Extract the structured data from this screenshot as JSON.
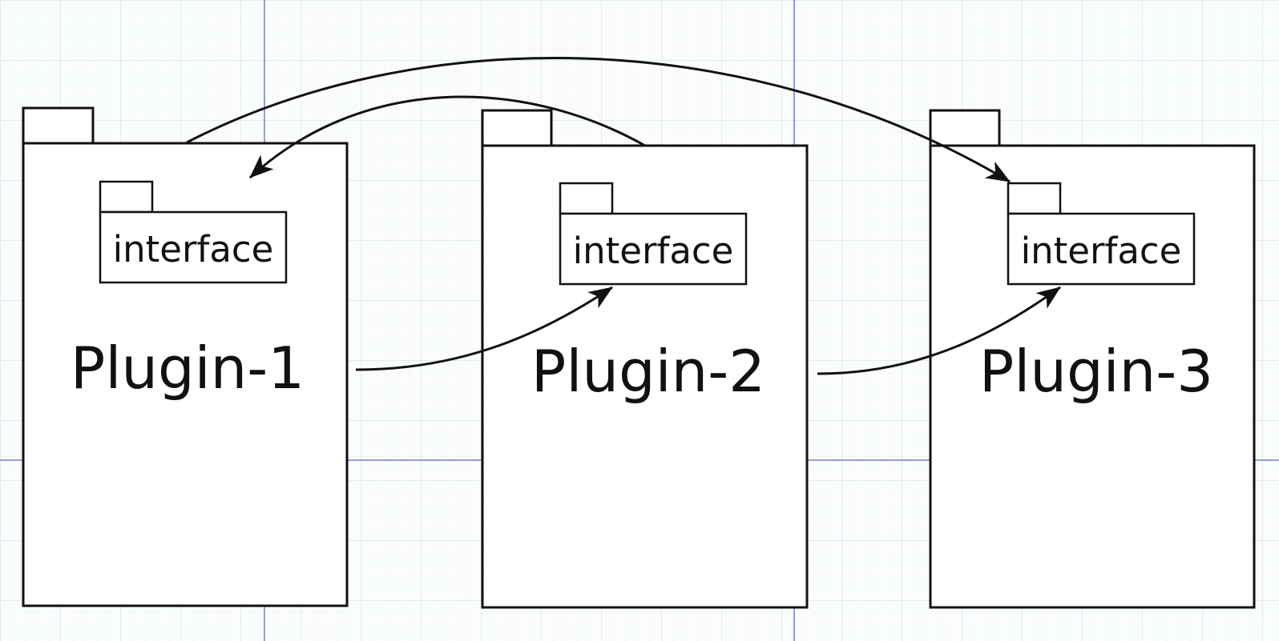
{
  "diagram": {
    "packages": [
      {
        "id": "plugin-1",
        "label": "Plugin-1",
        "interface_label": "interface"
      },
      {
        "id": "plugin-2",
        "label": "Plugin-2",
        "interface_label": "interface"
      },
      {
        "id": "plugin-3",
        "label": "Plugin-3",
        "interface_label": "interface"
      }
    ],
    "connectors": [
      {
        "from": "plugin-1",
        "to": "plugin-2 interface"
      },
      {
        "from": "plugin-2",
        "to": "plugin-3 interface"
      },
      {
        "from": "plugin-1",
        "to": "plugin-3 interface"
      },
      {
        "from": "plugin-2",
        "to": "plugin-1 interface"
      }
    ],
    "colors": {
      "background": "#fbfdfd",
      "grid_minor": "#d9ebec",
      "grid_major": "#c3dcde",
      "guide_line": "#3a3ab8",
      "stroke": "#111111"
    }
  }
}
